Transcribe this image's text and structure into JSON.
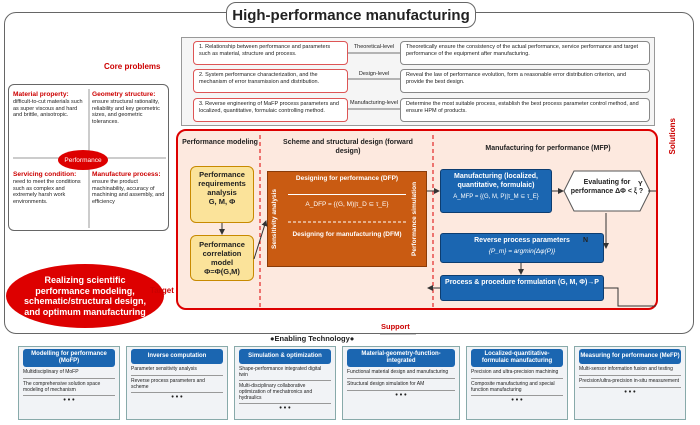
{
  "title": "High-performance manufacturing",
  "core_problems": "Core problems",
  "solutions": "Solutions",
  "target": "Target",
  "support": "Support",
  "enabling": "●Enabling Technology●",
  "performance": "Performance",
  "quadrants": [
    {
      "head": "Material property:",
      "body": "difficult-to-cut materials such as super viscous and hard and brittle, anisotropic."
    },
    {
      "head": "Geometry structure:",
      "body": "ensure structural rationality, reliability and key geometric sizes, and geometric tolerances."
    },
    {
      "head": "Servicing condition:",
      "body": "need to meet the conditions such as complex and extremely harsh work environments."
    },
    {
      "head": "Manufacture process:",
      "body": "ensure the product machinability, accuracy of machining and assembly, and efficiency"
    }
  ],
  "levels": [
    {
      "left": "1. Relationship between performance and parameters such as material, structure and process.",
      "level": "Theoretical-level",
      "right": "Theoretically ensure the consistency of the actual performance, service performance and target performance of the equipment after manufacturing."
    },
    {
      "left": "2. System performance characterization, and the mechanism of error transmission and distribution.",
      "level": "Design-level",
      "right": "Reveal the law of performance evolution, form a reasonable error distribution criterion, and provide the best design."
    },
    {
      "left": "3. Reverse engineering of MaFP process parameters and localized, quantitative, formulaic controlling method.",
      "level": "Manufacturing-level",
      "right": "Determine the most suitable process, establish the best process parameter control method, and ensure HPM of products."
    }
  ],
  "pm": {
    "header": "Performance modeling",
    "req": [
      "Performance",
      "requirements",
      "analysis",
      "G, M, Φ"
    ],
    "corr": [
      "Performance",
      "correlation",
      "model",
      "Φ=Φ(G,M)"
    ]
  },
  "scheme": {
    "header": "Scheme and structural design (forward design)",
    "dfp": "Designing for performance (DFP)",
    "formula": "A_DFP = {(G, M)|τ_D ⊆ τ_E}",
    "dfm": "Designing for manufacturing (DFM)",
    "sens": "Sensitivity analysis",
    "sim": "Performance simulation"
  },
  "mfp": {
    "header": "Manufacturing for performance (MFP)",
    "manuf": "Manufacturing (localized, quantitative, formulaic)",
    "manuf_formula": "A_MFP = {(G, M, P)|τ_M ⊆ τ_E}",
    "eval": "Evaluating for performance ΔΦ < ξ ?",
    "y": "Y",
    "n": "N",
    "reverse": "Reverse process parameters",
    "reverse_formula": "{P_m} = argmin{Δφ(P)}",
    "proc": "Process & procedure formulation (G, M, Φ)→P"
  },
  "target_text": "Realizing scientific performance modeling, schematic/structural design, and optimum manufacturing",
  "techs": [
    {
      "title": "Modelling for performance (MoFP)",
      "items": [
        "Multidisciplinary of MoFP",
        "The comprehensive solution space modeling of mechanism"
      ]
    },
    {
      "title": "Inverse computation",
      "items": [
        "Parameter sensitivity analysis",
        "Reverse process parameters and scheme"
      ]
    },
    {
      "title": "Simulation & optimization",
      "items": [
        "Shape-performance integrated digital twin",
        "Multi-disciplinary collaborative optimization of mechatronics and hydraulics"
      ]
    },
    {
      "title": "Material-geometry-function-integrated",
      "items": [
        "Functional material design and manufacturing",
        "Structural design simulation for AM"
      ]
    },
    {
      "title": "Localized-quantitative-formulaic manufacturing",
      "items": [
        "Precision and ultra-precision machining",
        "Composite manufacturing and special function manufacturing"
      ]
    },
    {
      "title": "Measuring for performance (MeFP)",
      "items": [
        "Multi-sensor information fusion and testing",
        "Precision/ultra-precision in-situ measurement"
      ]
    }
  ],
  "dots": "• • •"
}
